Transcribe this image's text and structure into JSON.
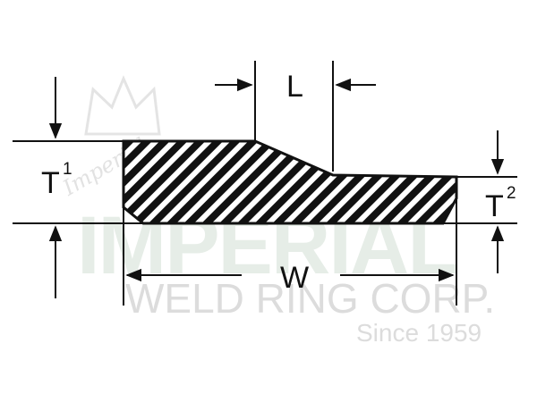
{
  "watermark": {
    "script": "Imperial",
    "brand": "IMPERIAL",
    "company": "WELD RING CORP.",
    "since": "Since 1959"
  },
  "dimensions": {
    "t1": {
      "label": "T",
      "superscript": "1"
    },
    "t2": {
      "label": "T",
      "superscript": "2"
    },
    "l": {
      "label": "L"
    },
    "w": {
      "label": "W"
    }
  },
  "colors": {
    "ink": "#111111",
    "watermark_green": "#e6ede7",
    "watermark_gray": "#dcdcdc"
  }
}
